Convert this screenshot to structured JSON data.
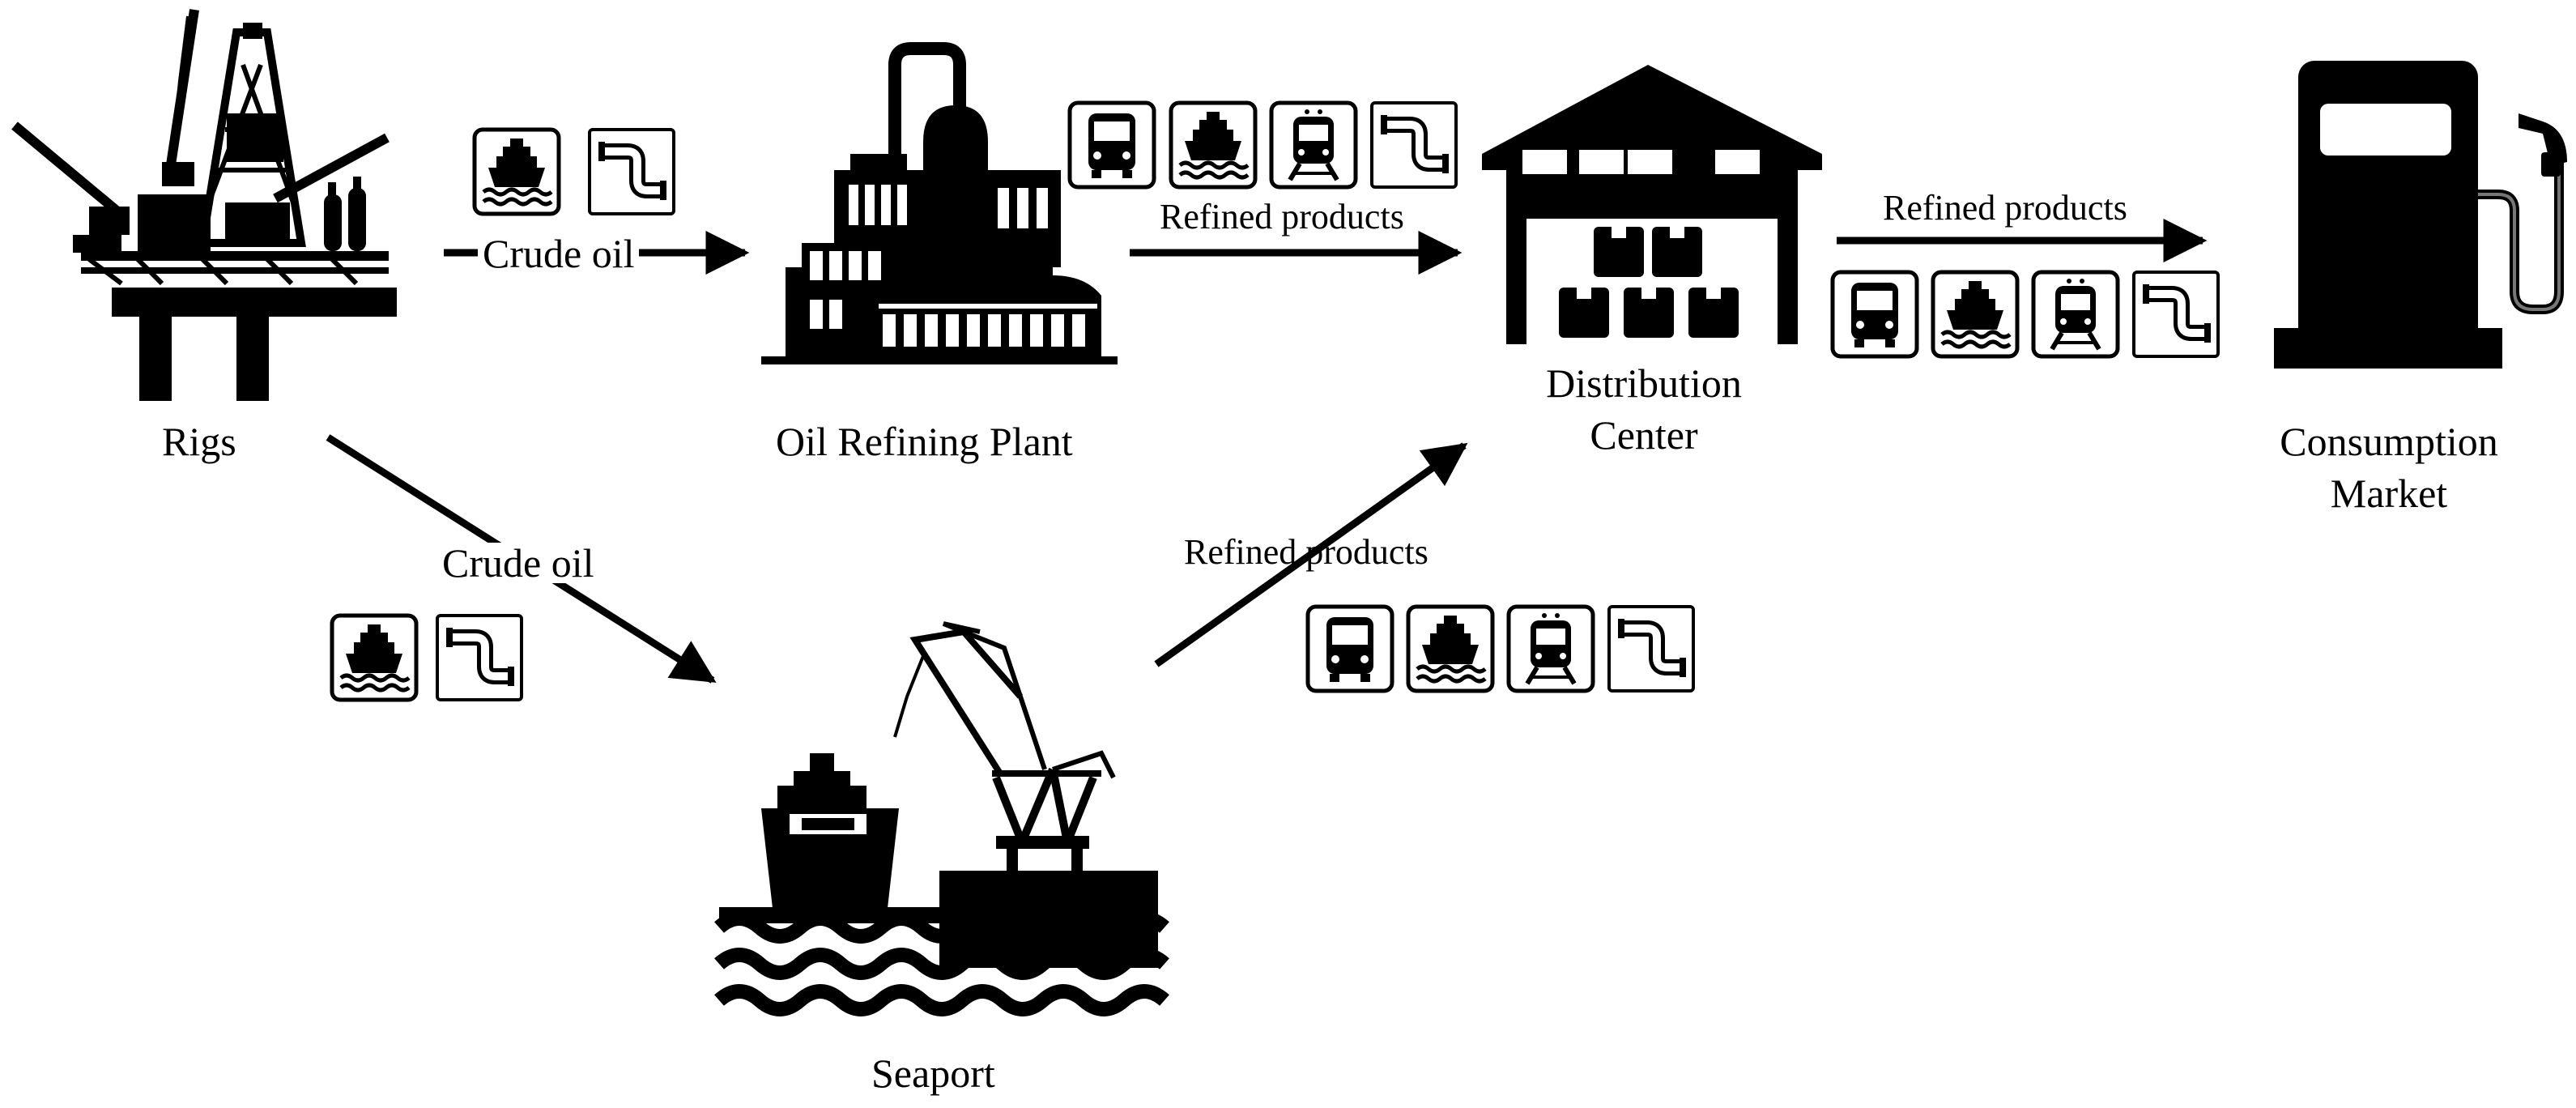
{
  "nodes": {
    "rigs": {
      "label": "Rigs"
    },
    "refinery": {
      "label": "Oil Refining Plant"
    },
    "distribution": {
      "line1": "Distribution",
      "line2": "Center"
    },
    "market": {
      "line1": "Consumption",
      "line2": "Market"
    },
    "seaport": {
      "label": "Seaport"
    }
  },
  "edges": {
    "rigs_to_refinery": {
      "label": "Crude oil",
      "modes": [
        "ship-icon",
        "pipeline-icon"
      ]
    },
    "rigs_to_seaport": {
      "label": "Crude oil",
      "modes": [
        "ship-icon",
        "pipeline-icon"
      ]
    },
    "refinery_to_distribution": {
      "label": "Refined products",
      "modes": [
        "bus-icon",
        "ship-icon",
        "train-icon",
        "pipeline-icon"
      ]
    },
    "seaport_to_distribution": {
      "label": "Refined products",
      "modes": [
        "bus-icon",
        "ship-icon",
        "train-icon",
        "pipeline-icon"
      ]
    },
    "distribution_to_market": {
      "label": "Refined products",
      "modes": [
        "bus-icon",
        "ship-icon",
        "train-icon",
        "pipeline-icon"
      ]
    }
  },
  "colors": {
    "ink": "#000000",
    "paper": "#ffffff",
    "fuel_gray": "#666666"
  }
}
